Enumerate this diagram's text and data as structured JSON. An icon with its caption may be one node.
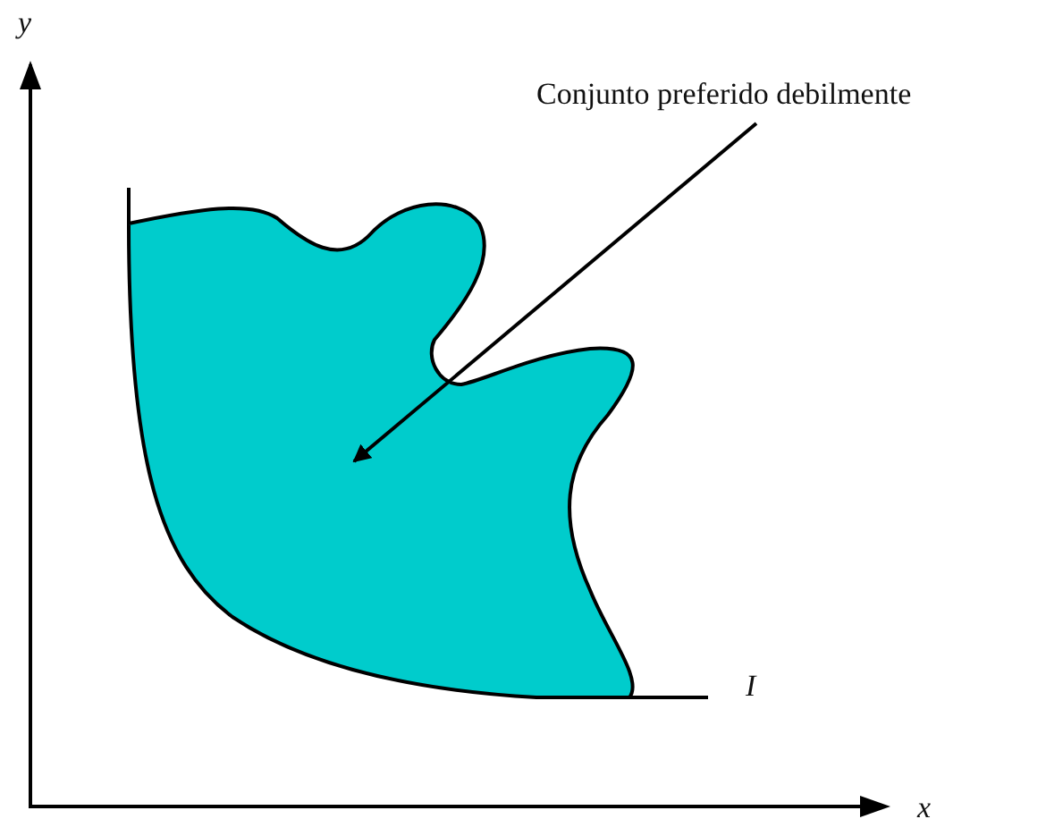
{
  "diagram": {
    "nodes": [
      {
        "text": [
          "Conjunto preferido debilmente"
        ]
      },
      {
        "text": [],
        "shape": "region"
      }
    ],
    "edges": [
      {
        "from": 0,
        "to": 1,
        "arrow": "to"
      }
    ],
    "labels": [
      "y",
      "x",
      "I"
    ]
  }
}
